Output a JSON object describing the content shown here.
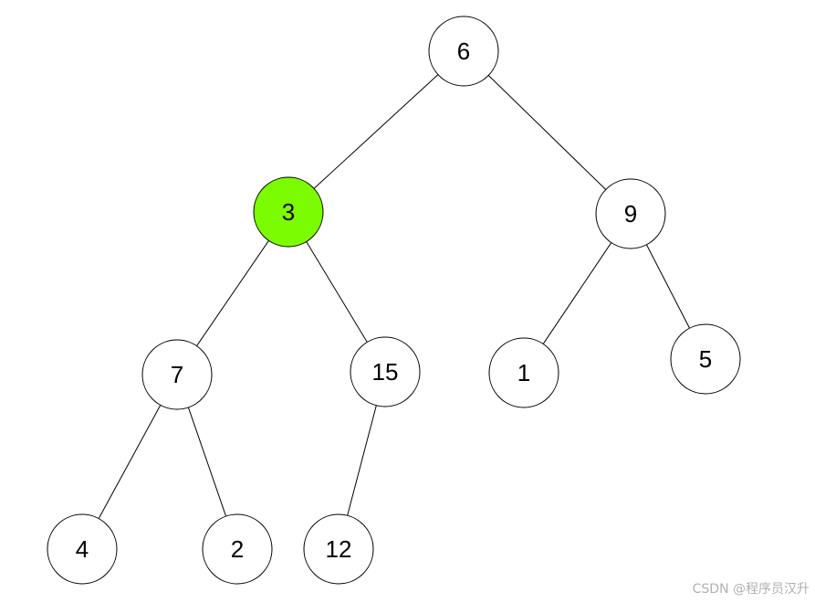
{
  "diagram": {
    "highlight_color": "#7cfc00",
    "node_fill": "#ffffff",
    "line_color": "#000000",
    "nodes": [
      {
        "id": "n6",
        "label": "6",
        "highlighted": false
      },
      {
        "id": "n3",
        "label": "3",
        "highlighted": true
      },
      {
        "id": "n9",
        "label": "9",
        "highlighted": false
      },
      {
        "id": "n7",
        "label": "7",
        "highlighted": false
      },
      {
        "id": "n15",
        "label": "15",
        "highlighted": false
      },
      {
        "id": "n1",
        "label": "1",
        "highlighted": false
      },
      {
        "id": "n5",
        "label": "5",
        "highlighted": false
      },
      {
        "id": "n4",
        "label": "4",
        "highlighted": false
      },
      {
        "id": "n2",
        "label": "2",
        "highlighted": false
      },
      {
        "id": "n12",
        "label": "12",
        "highlighted": false
      }
    ],
    "edges": [
      {
        "from": "n6",
        "to": "n3"
      },
      {
        "from": "n6",
        "to": "n9"
      },
      {
        "from": "n3",
        "to": "n7"
      },
      {
        "from": "n3",
        "to": "n15"
      },
      {
        "from": "n9",
        "to": "n1"
      },
      {
        "from": "n9",
        "to": "n5"
      },
      {
        "from": "n7",
        "to": "n4"
      },
      {
        "from": "n7",
        "to": "n2"
      },
      {
        "from": "n15",
        "to": "n12"
      }
    ]
  },
  "watermark": "CSDN @程序员汉升"
}
